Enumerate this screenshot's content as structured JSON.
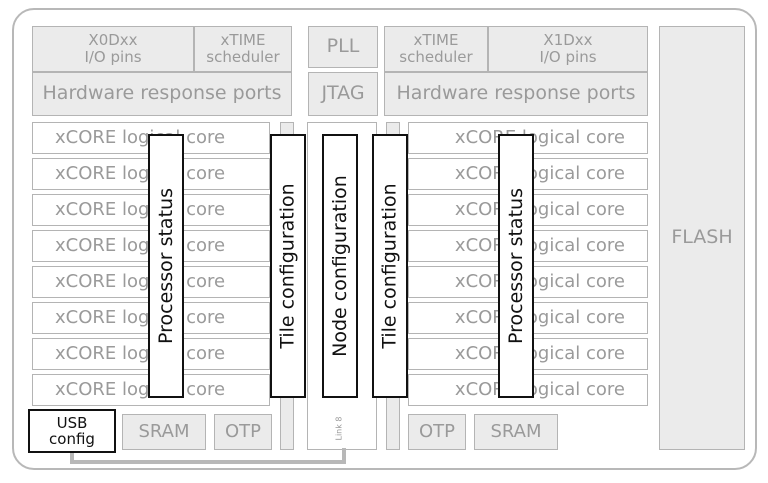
{
  "left_tile": {
    "io_pins": "X0Dxx\nI/O pins",
    "scheduler": "xTIME\nscheduler",
    "hw_ports": "Hardware response ports",
    "cores": [
      "xCORE logical core",
      "xCORE logical core",
      "xCORE logical core",
      "xCORE logical core",
      "xCORE logical core",
      "xCORE logical core",
      "xCORE logical core",
      "xCORE logical core"
    ],
    "processor_status": "Processor status",
    "tile_configuration": "Tile configuration",
    "usb_config": "USB\nconfig",
    "sram": "SRAM",
    "otp": "OTP"
  },
  "center": {
    "pll": "PLL",
    "jtag": "JTAG",
    "node_configuration": "Node configuration",
    "link": "Link 8"
  },
  "right_tile": {
    "scheduler": "xTIME\nscheduler",
    "io_pins": "X1Dxx\nI/O pins",
    "hw_ports": "Hardware response ports",
    "cores": [
      "xCORE logical core",
      "xCORE logical core",
      "xCORE logical core",
      "xCORE logical core",
      "xCORE logical core",
      "xCORE logical core",
      "xCORE logical core",
      "xCORE logical core"
    ],
    "processor_status": "Processor status",
    "tile_configuration": "Tile configuration",
    "otp": "OTP",
    "sram": "SRAM"
  },
  "flash": "FLASH"
}
